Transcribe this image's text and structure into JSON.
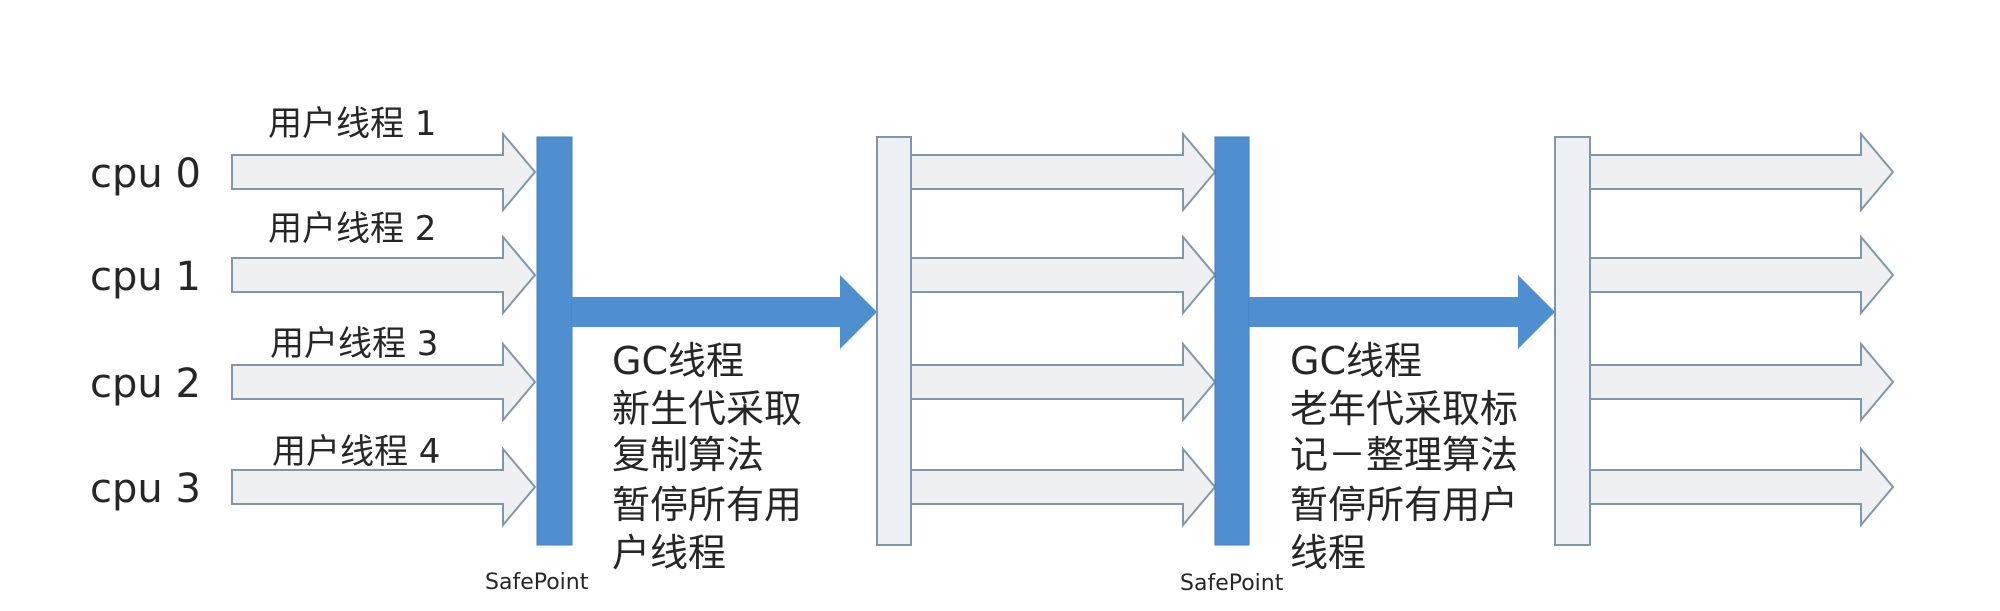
{
  "colors": {
    "thread_arrow_fill": "#eef0f2",
    "thread_arrow_stroke": "#8296aa",
    "gc_blue": "#4f8fd0",
    "gc_blue_stroke": "#3f7fbf",
    "pause_box_fill": "#edf0f4",
    "pause_box_stroke": "#8296aa",
    "text": "#262626"
  },
  "cpus": [
    {
      "label": "cpu 0",
      "thread_label": "用户线程 1"
    },
    {
      "label": "cpu 1",
      "thread_label": "用户线程 2"
    },
    {
      "label": "cpu 2",
      "thread_label": "用户线程 3"
    },
    {
      "label": "cpu 3",
      "thread_label": "用户线程 4"
    }
  ],
  "phases": [
    {
      "safepoint_label": "SafePoint",
      "gc_lines": [
        "GC线程",
        "新生代采取",
        "复制算法",
        "暂停所有用",
        "户线程"
      ]
    },
    {
      "safepoint_label": "SafePoint",
      "gc_lines": [
        "GC线程",
        "老年代采取标",
        "记－整理算法",
        "暂停所有用户",
        "线程"
      ]
    }
  ]
}
